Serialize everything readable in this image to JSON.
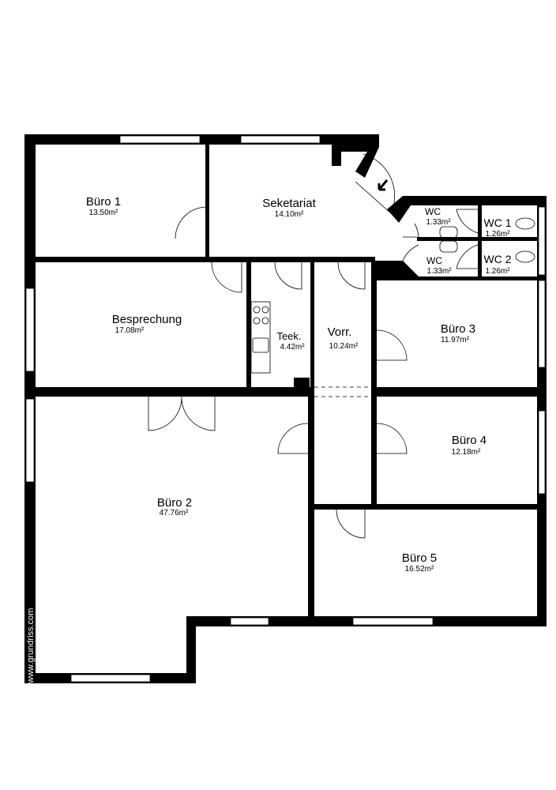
{
  "plan": {
    "watermark": "www.grundriss.com",
    "rooms": [
      {
        "name": "Büro 1",
        "area": "13.50m²"
      },
      {
        "name": "Seketariat",
        "area": "14.10m²"
      },
      {
        "name": "WC",
        "area": "1.33m²"
      },
      {
        "name": "WC 1",
        "area": "1.26m²"
      },
      {
        "name": "WC",
        "area": "1.33m²"
      },
      {
        "name": "WC 2",
        "area": "1.26m²"
      },
      {
        "name": "Besprechung",
        "area": "17.08m²"
      },
      {
        "name": "Teek.",
        "area": "4.42m²"
      },
      {
        "name": "Vorr.",
        "area": "10.24m²"
      },
      {
        "name": "Büro 3",
        "area": "11.97m²"
      },
      {
        "name": "Büro 4",
        "area": "12.18m²"
      },
      {
        "name": "Büro 2",
        "area": "47.76m²"
      },
      {
        "name": "Büro 5",
        "area": "16.52m²"
      }
    ]
  }
}
